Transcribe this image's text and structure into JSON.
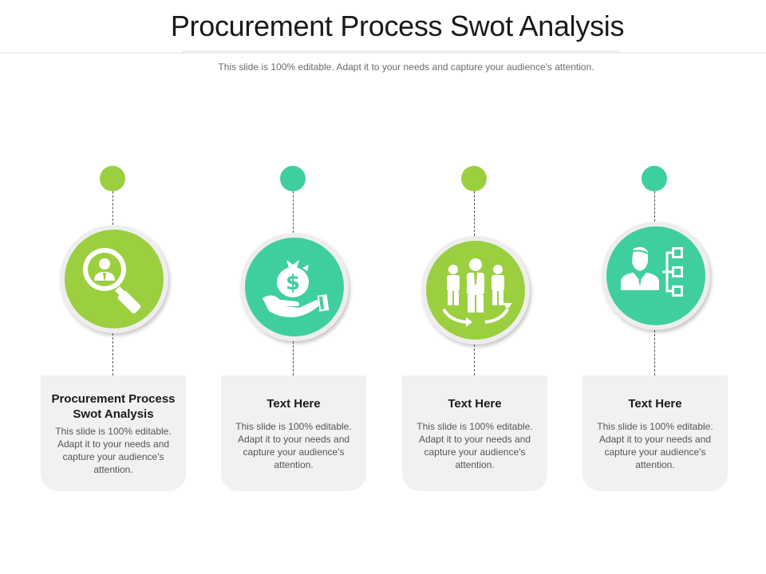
{
  "header": {
    "title": "Procurement Process Swot Analysis",
    "subtitle": "This slide is 100% editable. Adapt it to your needs and capture your audience's attention."
  },
  "colors": {
    "lime": "#9bcf3f",
    "teal": "#3fcf9d",
    "card_bg": "#f1f1f1"
  },
  "items": [
    {
      "icon": "magnifier-user-icon",
      "color": "#9bcf3f",
      "title": "Procurement Process Swot Analysis",
      "text": "This slide is 100% editable. Adapt it to your needs and capture your audience's attention."
    },
    {
      "icon": "hand-money-bag-icon",
      "color": "#3fcf9d",
      "title": "Text Here",
      "text": "This slide is 100% editable. Adapt it to your needs and capture your audience's attention."
    },
    {
      "icon": "team-cycle-icon",
      "color": "#9bcf3f",
      "title": "Text Here",
      "text": "This slide is 100% editable. Adapt it to your needs and capture your audience's attention."
    },
    {
      "icon": "user-hierarchy-icon",
      "color": "#3fcf9d",
      "title": "Text Here",
      "text": "This slide is 100% editable. Adapt it to your needs and capture your audience's attention."
    }
  ]
}
